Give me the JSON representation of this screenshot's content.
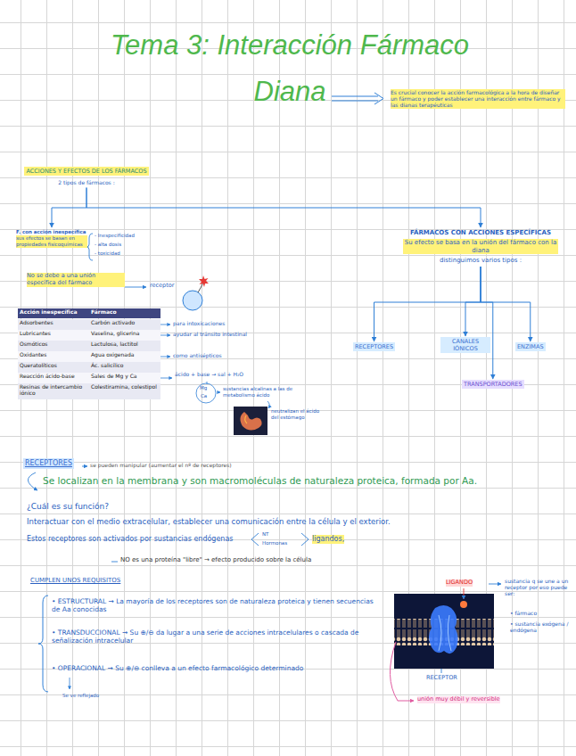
{
  "diagram": {
    "title": "Tema 3: Interacción Fármaco Diana",
    "nodes": [
      {
        "text": [
          "ACCIONES Y EFECTOS DE LOS FÁRMACOS",
          "2 tipos de fármacos :"
        ]
      },
      {
        "text": [
          "F. con acción inespecífica",
          "sus efectos se basan en propiedades fisicoquímicas"
        ]
      },
      {
        "text": [
          "FÁRMACOS CON ACCIONES ESPECÍFICAS",
          "Su efecto se basa en la unión del fármaco con la diana",
          "distinguimos varios tipos :"
        ]
      },
      {
        "text": [
          "RECEPTORES"
        ]
      },
      {
        "text": [
          "CANALES IÓNICOS"
        ]
      },
      {
        "text": [
          "ENZIMAS"
        ]
      },
      {
        "text": [
          "TRANSPORTADORES"
        ]
      },
      {
        "text": [
          "RECEPTORES"
        ]
      },
      {
        "text": [
          "CUMPLEN UNOS REQUISITOS"
        ]
      }
    ],
    "edges": [
      {
        "from": 0,
        "to": 1,
        "arrow": "to"
      },
      {
        "from": 0,
        "to": 2,
        "arrow": "to"
      },
      {
        "from": 2,
        "to": 3,
        "arrow": "to"
      },
      {
        "from": 2,
        "to": 4,
        "arrow": "to"
      },
      {
        "from": 2,
        "to": 5,
        "arrow": "to"
      },
      {
        "from": 2,
        "to": 6,
        "arrow": "to"
      }
    ],
    "labels": [
      "Es crucial conocer la acción farmacológica a la hora de diseñar un fármaco y poder establecer una interacción entre fármaco y las dianas terapéuticas",
      "- Inespecificidad",
      "- alta dosis",
      "- toxicidad",
      "No se debe a una unión específica del fármaco",
      "receptor",
      "Acción inespecífica",
      "Fármaco",
      "Adsorbentes",
      "Carbón activado",
      "Lubricantes",
      "Vaselina, glicerina",
      "Osmóticos",
      "Lactulosa, lactitol",
      "Oxidantes",
      "Agua oxigenada",
      "Queratolíticos",
      "Ác. salicílico",
      "Reacción ácido-base",
      "Sales de Mg y Ca",
      "Resinas de intercambio iónico",
      "Colestiramina, colestipol",
      "para intoxicaciones",
      "ayudar al tránsito intestinal",
      "como antisépticos",
      "ácido + base → sal + H₂O",
      "Mg",
      "Ca",
      "sustancias alcalinas a las de metabolismo ácido",
      "neutralizan el ácido del estómago",
      "se pueden manipular (aumentar el nº de receptores)",
      "Se localizan en la membrana y son macromoléculas de naturaleza proteica, formada por Aa.",
      "¿Cuál es su función?",
      "Interactuar con el medio extracelular, establecer una comunicación entre la célula y el exterior.",
      "Estos receptores son activados por sustancias endógenas",
      "NT",
      "Hormonas",
      "ligandos,",
      "NO es una proteína \"libre\" → efecto producido sobre la célula",
      "• ESTRUCTURAL → La mayoría de los receptores son de naturaleza proteica y tienen secuencias de Aa conocidas",
      "• TRANSDUCCIONAL → Su ⊕/⊖ da lugar a una serie de acciones intracelulares o cascada de señalización intracelular",
      "• OPERACIONAL → Su ⊕/⊖ conlleva a un efecto farmacológico determinado",
      "Se ve reflejado",
      "LIGANDO",
      "sustancia q se une a un receptor por eso puede ser:",
      "• fármaco",
      "• sustancia exógena / endógena",
      "RECEPTOR",
      "unión muy débil y reversible"
    ]
  }
}
